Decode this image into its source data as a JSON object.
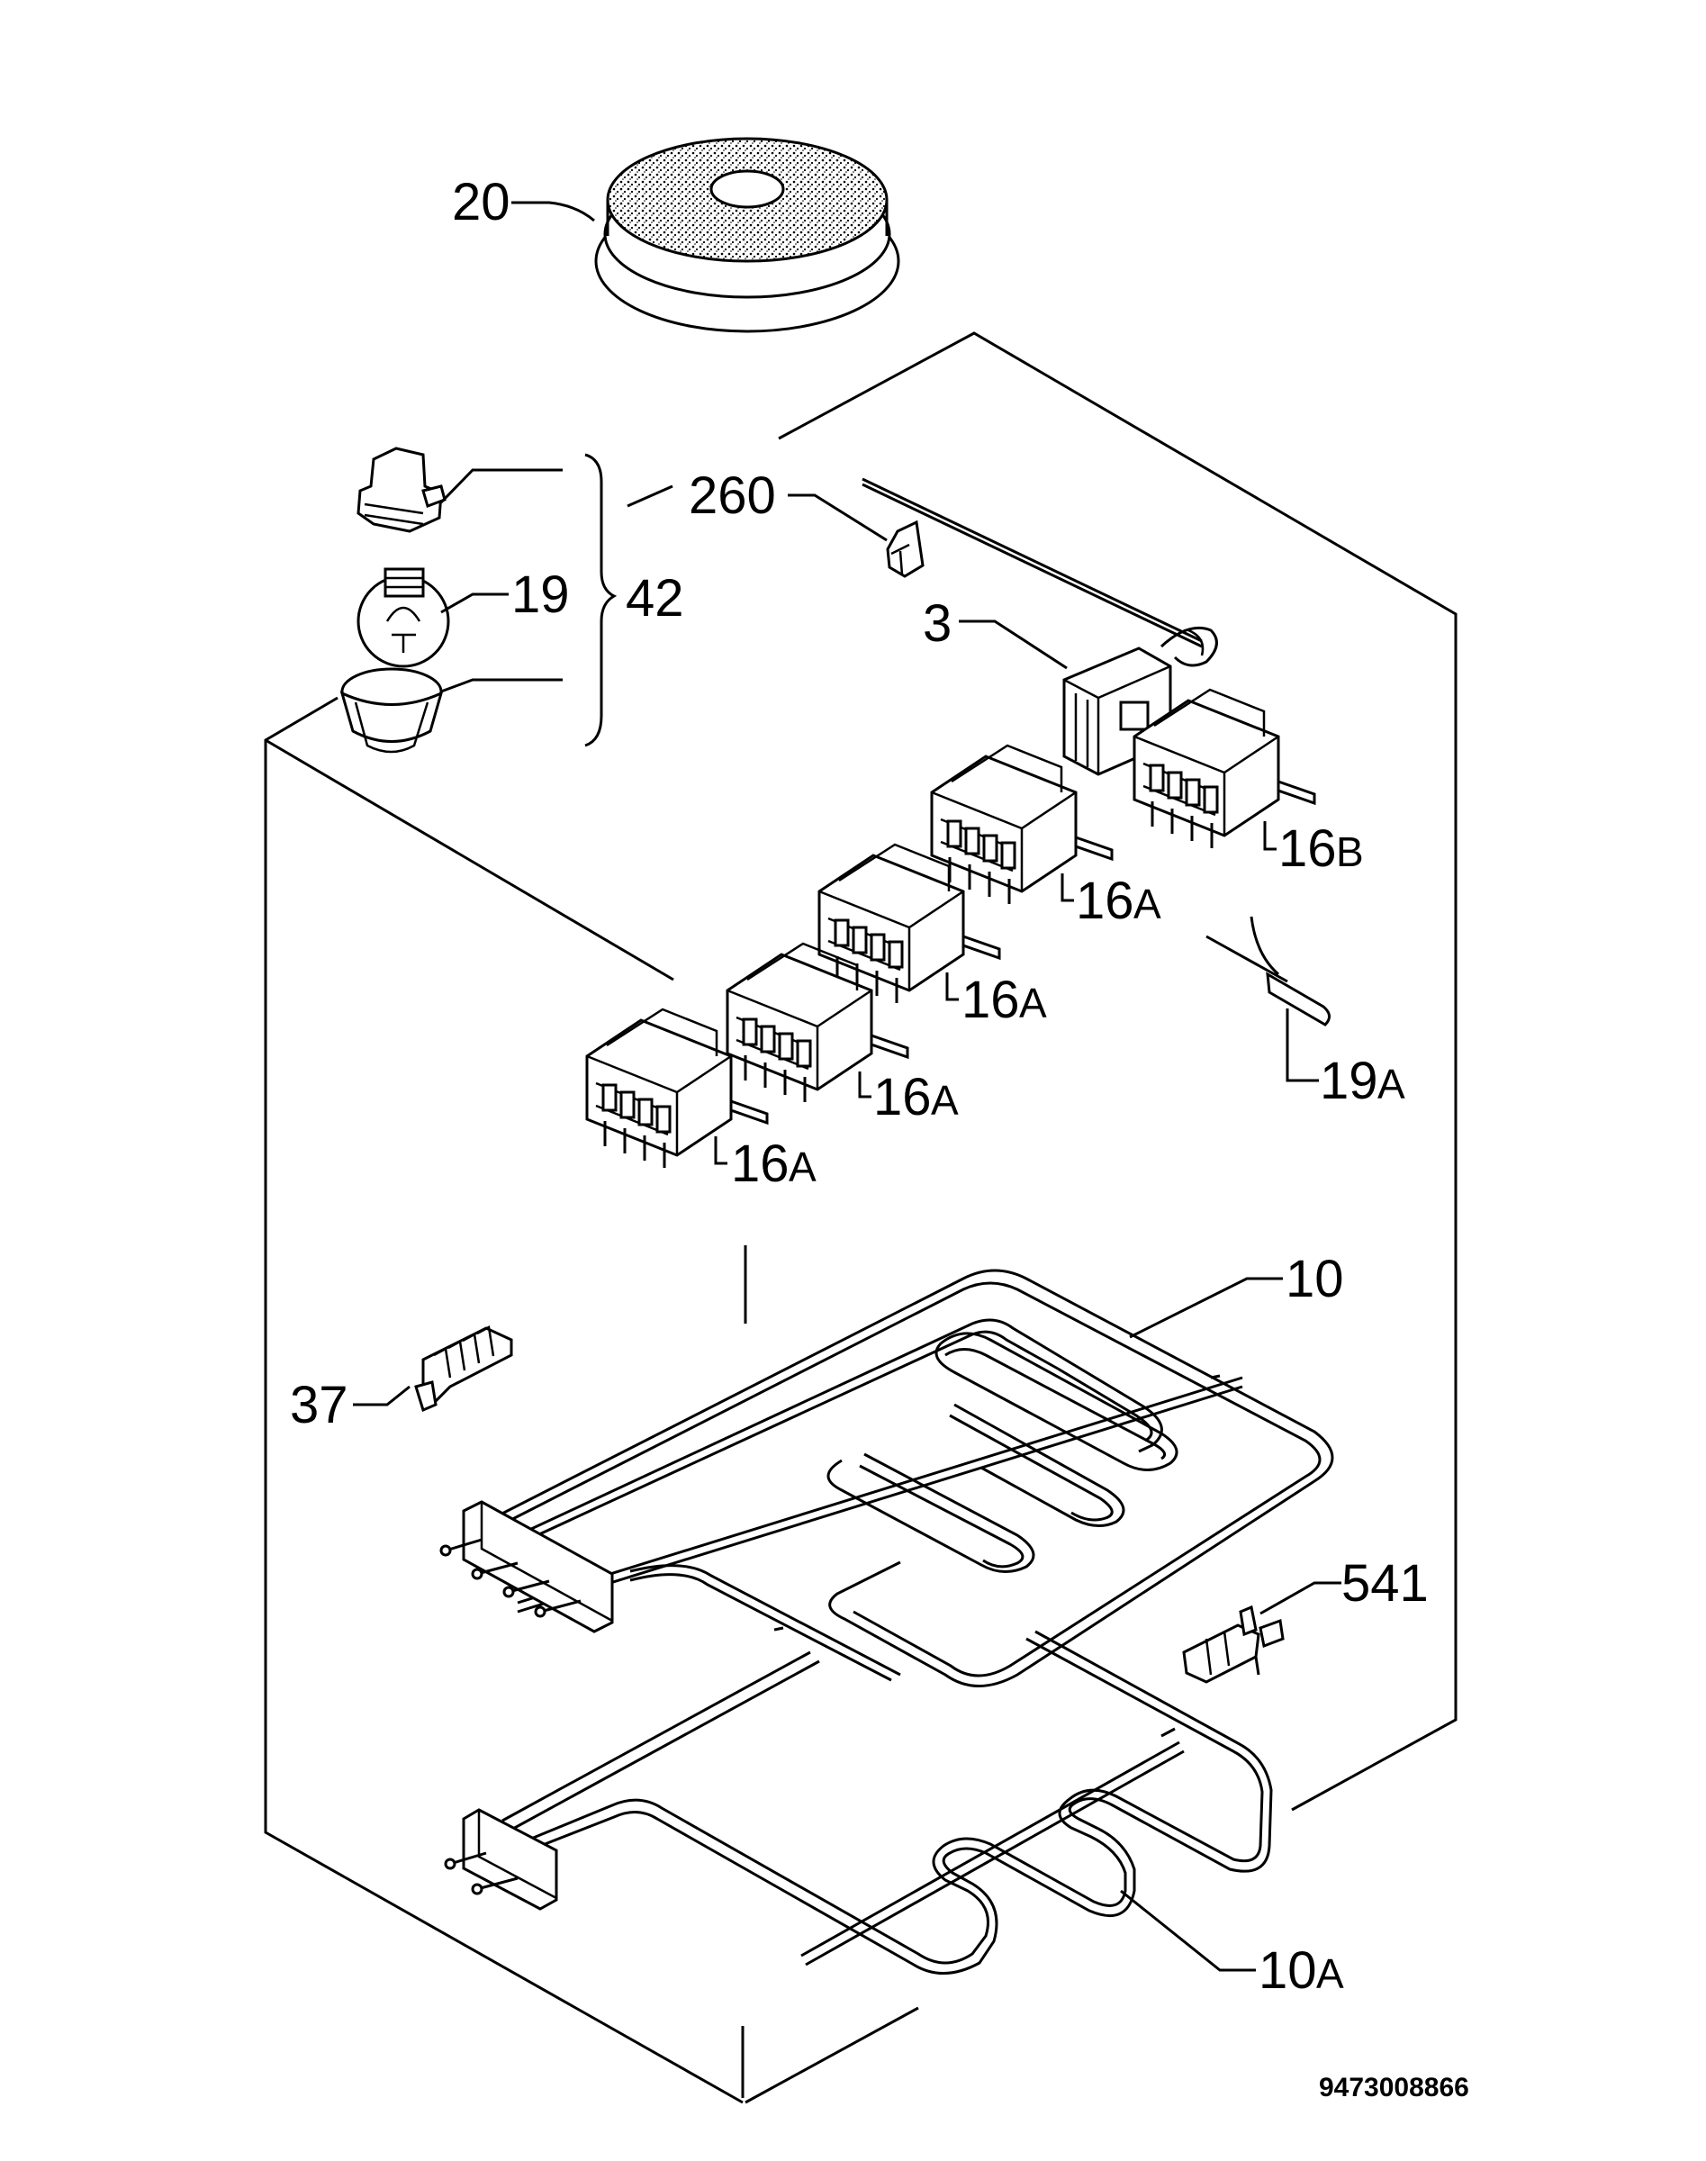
{
  "diagram": {
    "labels": {
      "l20": "20",
      "l260": "260",
      "l19": "19",
      "l42": "42",
      "l3": "3",
      "l16b": "16",
      "l16b_s": "B",
      "l16a1": "16",
      "l16a1_s": "A",
      "l16a2": "16",
      "l16a2_s": "A",
      "l16a3": "16",
      "l16a3_s": "A",
      "l16a4": "16",
      "l16a4_s": "A",
      "l19a": "19",
      "l19a_s": "A",
      "l10": "10",
      "l37": "37",
      "l541": "541",
      "l10a": "10",
      "l10a_s": "A"
    },
    "drawing_number": "9473008866"
  }
}
